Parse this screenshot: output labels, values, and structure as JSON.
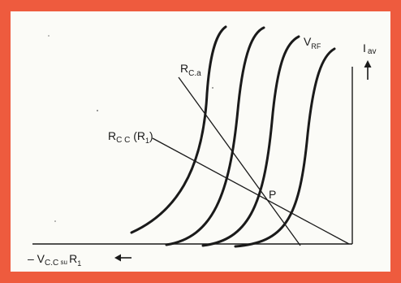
{
  "labels": {
    "v_rf": {
      "main": "V",
      "sub": "RF"
    },
    "r_ca": {
      "main": "R",
      "sub": "C.a"
    },
    "r_cc": {
      "main": "R",
      "sub": "C C",
      "tail_open": " (R",
      "tail_sub": "1",
      "tail_close": ")"
    },
    "point_p": "P",
    "i_av": {
      "main": "I",
      "sub": "av"
    },
    "x_axis": {
      "prefix": "– V",
      "sub": "C.C",
      "mid": " su ",
      "main": "R",
      "main_sub": "1"
    }
  },
  "colors": {
    "frame": "#ee5b3e",
    "panel": "#fbfbf7",
    "ink": "#1a1a1a"
  }
}
